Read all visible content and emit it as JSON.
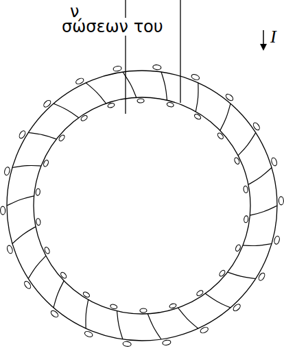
{
  "diagram": {
    "labels": [
      "ν",
      "σώσεων του",
      "I"
    ]
  }
}
